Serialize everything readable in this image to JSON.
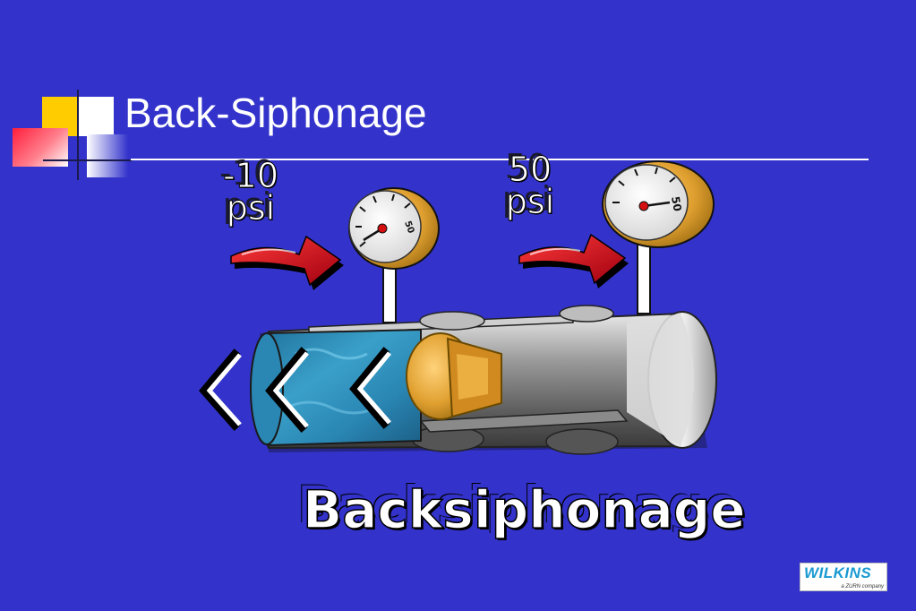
{
  "slide": {
    "title": "Back-Siphonage",
    "caption": "Backsiphonage"
  },
  "gauges": {
    "left": {
      "value_label": "-10",
      "unit_label": "psi",
      "dial_mark": "50"
    },
    "right": {
      "value_label": "50",
      "unit_label": "psi",
      "dial_mark": "50"
    }
  },
  "logo": {
    "name": "WILKINS",
    "tagline": "a ZURN company"
  },
  "colors": {
    "background": "#3333CC",
    "accent_yellow": "#FFCC00",
    "accent_red": "#FF1E3C",
    "arrow_red": "#D4101E",
    "water": "#2E8FB8",
    "brass": "#E0A030"
  }
}
